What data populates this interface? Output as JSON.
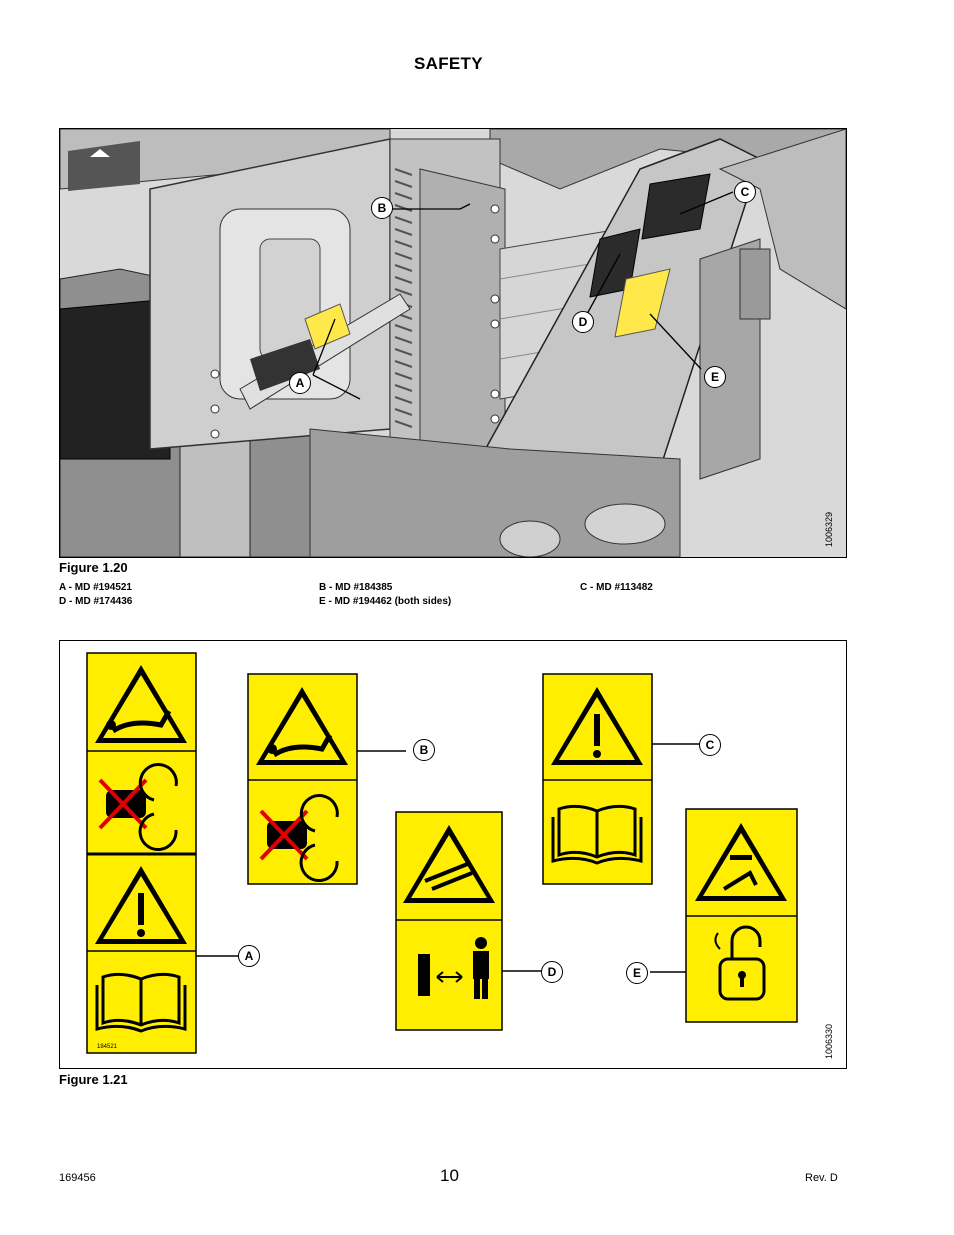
{
  "header": {
    "section": "SAFETY"
  },
  "figure1": {
    "image_id": "1006329",
    "caption": "Figure 1.20",
    "callouts": [
      "A",
      "B",
      "C",
      "D",
      "E"
    ],
    "legend": [
      "A - MD #194521",
      "B - MD #184385",
      "C - MD #113482",
      "D - MD #174436",
      "E - MD #194462 (both sides)"
    ]
  },
  "figure2": {
    "image_id": "1006330",
    "caption": "Figure 1.21",
    "callouts": [
      "A",
      "B",
      "C",
      "D",
      "E"
    ],
    "decal_codes": {
      "a": "184521"
    }
  },
  "colors": {
    "decal_yellow": "#ffee00",
    "machine_gray": "#c8c8c8"
  },
  "footer": {
    "doc_number": "169456",
    "page_number": "10",
    "revision": "Rev. D"
  }
}
